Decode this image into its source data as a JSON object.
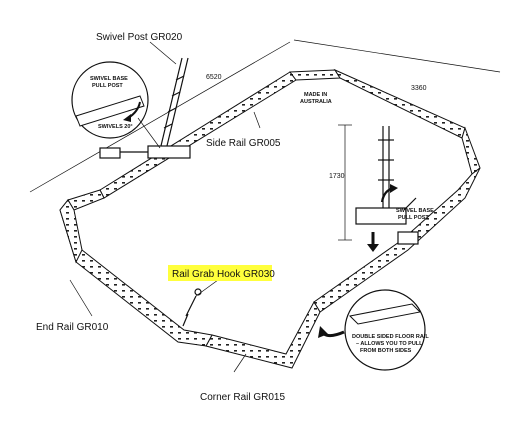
{
  "labels": {
    "swivel_post": "Swivel Post  GR020",
    "side_rail": "Side Rail  GR005",
    "rail_grab_hook": "Rail Grab Hook GR030",
    "end_rail": "End Rail  GR010",
    "corner_rail": "Corner Rail  GR015",
    "made_in_1": "MADE IN",
    "made_in_2": "AUSTRALIA"
  },
  "dimensions": {
    "length": "6520",
    "width": "3360",
    "height": "1730"
  },
  "callouts": {
    "left_1": "SWIVEL BASE",
    "left_2": "PULL POST",
    "swivels": "SWIVELS 20°",
    "right_1": "SWIVEL BASE",
    "right_2": "PULL POST",
    "floor_1": "DOUBLE SIDED FLOOR RAIL",
    "floor_2": "– ALLOWS YOU TO PULL",
    "floor_3": "FROM BOTH SIDES"
  },
  "colors": {
    "highlight": "#ffff3c",
    "line": "#111111"
  }
}
